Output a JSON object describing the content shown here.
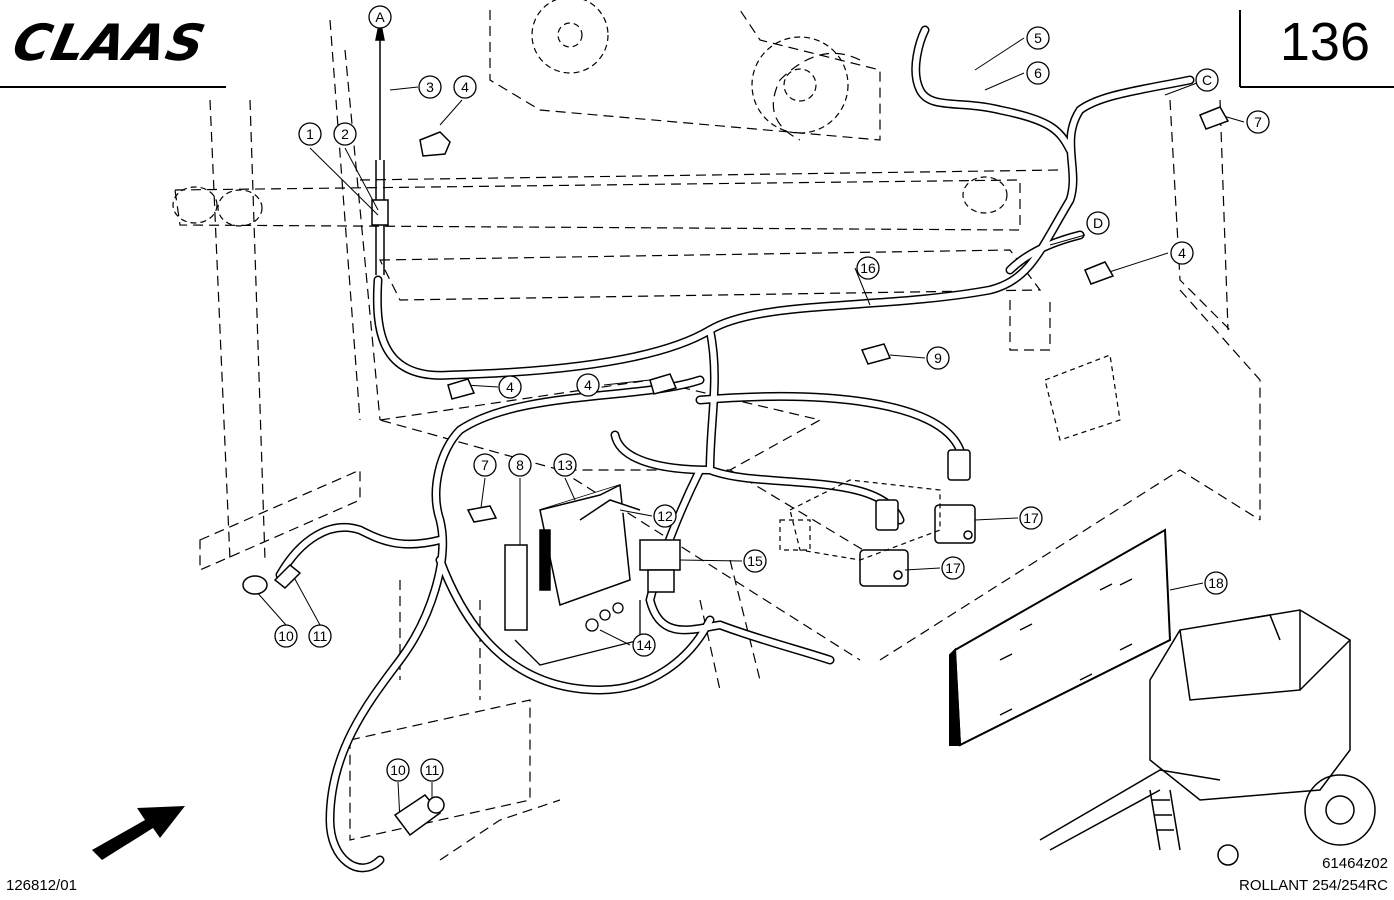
{
  "header": {
    "brand": "CLAAS",
    "page_number": "136"
  },
  "callouts": [
    {
      "id": "c1",
      "label": "1"
    },
    {
      "id": "c2",
      "label": "2"
    },
    {
      "id": "c3",
      "label": "3"
    },
    {
      "id": "c4a",
      "label": "4"
    },
    {
      "id": "c5",
      "label": "5"
    },
    {
      "id": "c6",
      "label": "6"
    },
    {
      "id": "c7a",
      "label": "7"
    },
    {
      "id": "c4b",
      "label": "4"
    },
    {
      "id": "c16",
      "label": "16"
    },
    {
      "id": "c9",
      "label": "9"
    },
    {
      "id": "c4c",
      "label": "4"
    },
    {
      "id": "c4d",
      "label": "4"
    },
    {
      "id": "c7b",
      "label": "7"
    },
    {
      "id": "c8",
      "label": "8"
    },
    {
      "id": "c13",
      "label": "13"
    },
    {
      "id": "c12",
      "label": "12"
    },
    {
      "id": "c15",
      "label": "15"
    },
    {
      "id": "c17a",
      "label": "17"
    },
    {
      "id": "c17b",
      "label": "17"
    },
    {
      "id": "c18",
      "label": "18"
    },
    {
      "id": "c14",
      "label": "14"
    },
    {
      "id": "c10a",
      "label": "10"
    },
    {
      "id": "c11a",
      "label": "11"
    },
    {
      "id": "c10b",
      "label": "10"
    },
    {
      "id": "c11b",
      "label": "11"
    },
    {
      "id": "rA",
      "label": "A"
    },
    {
      "id": "rC",
      "label": "C"
    },
    {
      "id": "rD",
      "label": "D"
    }
  ],
  "footer": {
    "drawing_ref": "126812/01",
    "figure_code": "61464z02",
    "model": "ROLLANT 254/254RC"
  },
  "icons": [
    "direction-arrow-icon"
  ]
}
